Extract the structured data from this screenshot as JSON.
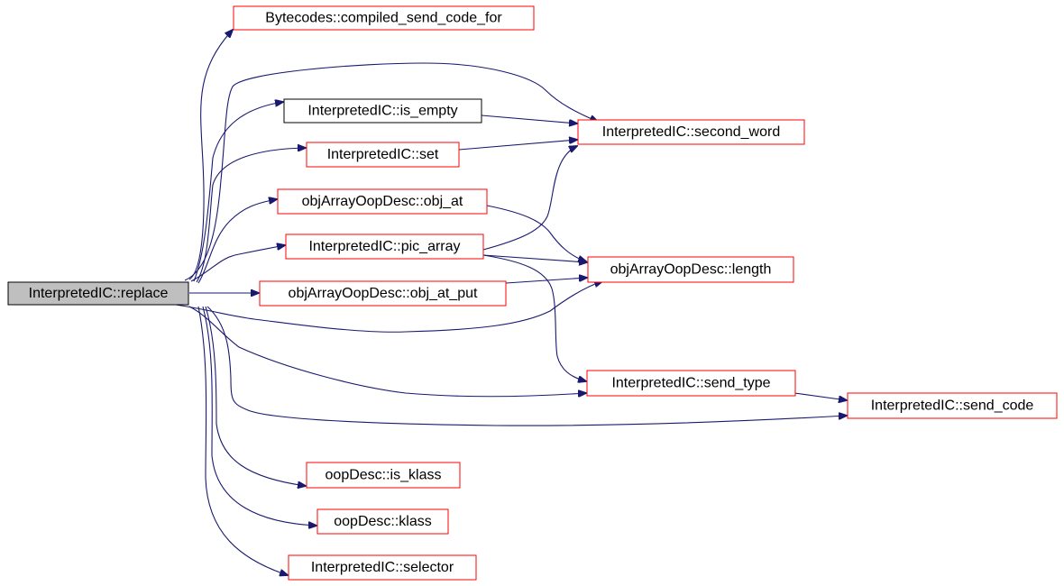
{
  "graph": {
    "root": "InterpretedIC::replace",
    "colors": {
      "edge": "#191970",
      "border_linked": "#ff0000",
      "border_plain": "#000000",
      "root_fill": "#bfbfbf"
    },
    "nodes": [
      {
        "id": "replace",
        "label": "InterpretedIC::replace"
      },
      {
        "id": "bytecodes",
        "label": "Bytecodes::compiled_send_code_for"
      },
      {
        "id": "is_empty",
        "label": "InterpretedIC::is_empty"
      },
      {
        "id": "set",
        "label": "InterpretedIC::set"
      },
      {
        "id": "obj_at",
        "label": "objArrayOopDesc::obj_at"
      },
      {
        "id": "pic_array",
        "label": "InterpretedIC::pic_array"
      },
      {
        "id": "obj_at_put",
        "label": "objArrayOopDesc::obj_at_put"
      },
      {
        "id": "second_word",
        "label": "InterpretedIC::second_word"
      },
      {
        "id": "length",
        "label": "objArrayOopDesc::length"
      },
      {
        "id": "send_type",
        "label": "InterpretedIC::send_type"
      },
      {
        "id": "send_code",
        "label": "InterpretedIC::send_code"
      },
      {
        "id": "is_klass",
        "label": "oopDesc::is_klass"
      },
      {
        "id": "klass",
        "label": "oopDesc::klass"
      },
      {
        "id": "selector",
        "label": "InterpretedIC::selector"
      }
    ],
    "edges": [
      {
        "from": "replace",
        "to": "bytecodes"
      },
      {
        "from": "replace",
        "to": "is_empty"
      },
      {
        "from": "replace",
        "to": "set"
      },
      {
        "from": "replace",
        "to": "obj_at"
      },
      {
        "from": "replace",
        "to": "pic_array"
      },
      {
        "from": "replace",
        "to": "obj_at_put"
      },
      {
        "from": "replace",
        "to": "second_word"
      },
      {
        "from": "replace",
        "to": "length"
      },
      {
        "from": "replace",
        "to": "send_type"
      },
      {
        "from": "replace",
        "to": "send_code"
      },
      {
        "from": "replace",
        "to": "is_klass"
      },
      {
        "from": "replace",
        "to": "klass"
      },
      {
        "from": "replace",
        "to": "selector"
      },
      {
        "from": "is_empty",
        "to": "second_word"
      },
      {
        "from": "set",
        "to": "second_word"
      },
      {
        "from": "obj_at",
        "to": "length"
      },
      {
        "from": "pic_array",
        "to": "second_word"
      },
      {
        "from": "pic_array",
        "to": "length"
      },
      {
        "from": "pic_array",
        "to": "send_type"
      },
      {
        "from": "obj_at_put",
        "to": "length"
      },
      {
        "from": "send_type",
        "to": "send_code"
      }
    ]
  }
}
